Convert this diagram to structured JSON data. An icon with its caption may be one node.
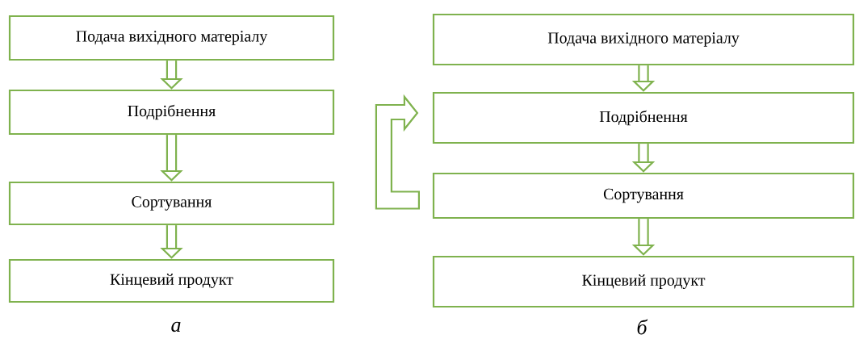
{
  "diagram": {
    "nodes": [
      {
        "text": [
          "Подача вихідного матеріалу"
        ]
      },
      {
        "text": [
          "Подрібнення"
        ]
      },
      {
        "text": [
          "Сортування"
        ]
      },
      {
        "text": [
          "Кінцевий продукт"
        ]
      },
      {
        "text": [
          "Подача вихідного матеріалу"
        ]
      },
      {
        "text": [
          "Подрібнення"
        ]
      },
      {
        "text": [
          "Сортування"
        ]
      },
      {
        "text": [
          "Кінцевий продукт"
        ]
      }
    ],
    "edges": [
      {
        "from": 0,
        "to": 1,
        "arrow": "to"
      },
      {
        "from": 1,
        "to": 2,
        "arrow": "to"
      },
      {
        "from": 2,
        "to": 3,
        "arrow": "to"
      },
      {
        "from": 4,
        "to": 5,
        "arrow": "to"
      },
      {
        "from": 5,
        "to": 6,
        "arrow": "to"
      },
      {
        "from": 6,
        "to": 7,
        "arrow": "to"
      },
      {
        "from": 6,
        "to": 5,
        "arrow": "to"
      }
    ],
    "labels": [
      "а",
      "б"
    ]
  }
}
